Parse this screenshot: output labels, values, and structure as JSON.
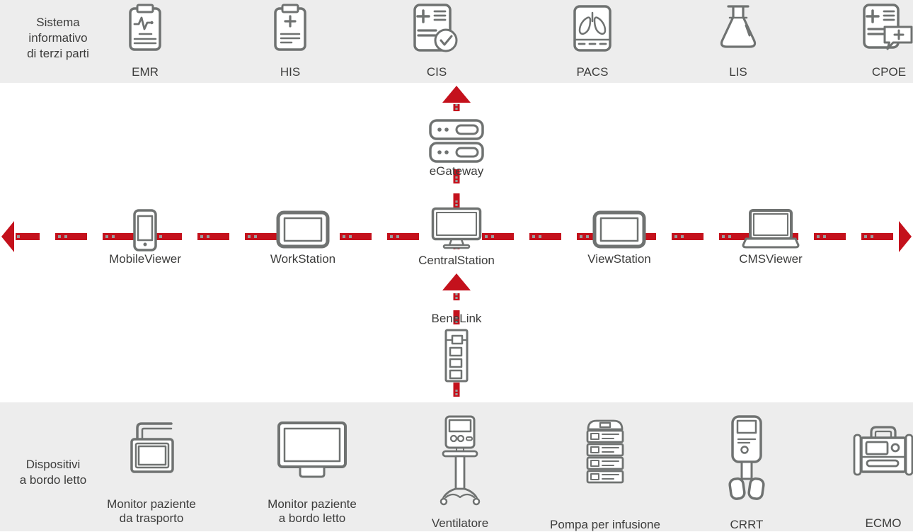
{
  "colors": {
    "red": "#c4111c",
    "icon_gray": "#6f7271",
    "band_background": "#ededed",
    "label_text": "#3c3c3b",
    "dot_gray": "#9b9b9b"
  },
  "top_band": {
    "title_lines": [
      "Sistema",
      "informativo",
      "di terzi parti"
    ],
    "systems": [
      {
        "id": "emr",
        "label": "EMR",
        "icon": "clipboard-ecg-icon"
      },
      {
        "id": "his",
        "label": "HIS",
        "icon": "clipboard-plus-icon"
      },
      {
        "id": "cis",
        "label": "CIS",
        "icon": "document-check-icon"
      },
      {
        "id": "pacs",
        "label": "PACS",
        "icon": "lungs-scan-icon"
      },
      {
        "id": "lis",
        "label": "LIS",
        "icon": "lab-flask-icon"
      },
      {
        "id": "cpoe",
        "label": "CPOE",
        "icon": "document-message-icon"
      }
    ]
  },
  "network": {
    "gateway": {
      "label": "eGateway",
      "icon": "server-rack-icon"
    },
    "benelink": {
      "label": "BeneLink",
      "icon": "benelink-module-icon"
    },
    "devices": [
      {
        "id": "mobileviewer",
        "label": "MobileViewer",
        "icon": "smartphone-icon"
      },
      {
        "id": "workstation",
        "label": "WorkStation",
        "icon": "tablet-icon"
      },
      {
        "id": "centralstation",
        "label": "CentralStation",
        "icon": "desktop-monitor-icon"
      },
      {
        "id": "viewstation",
        "label": "ViewStation",
        "icon": "tablet-icon"
      },
      {
        "id": "cmsviewer",
        "label": "CMSViewer",
        "icon": "laptop-icon"
      }
    ]
  },
  "bottom_band": {
    "title_lines": [
      "Dispositivi",
      "a bordo letto"
    ],
    "devices": [
      {
        "id": "transport-monitor",
        "label_lines": [
          "Monitor paziente",
          "da trasporto"
        ],
        "icon": "transport-monitor-icon"
      },
      {
        "id": "bedside-monitor",
        "label_lines": [
          "Monitor paziente",
          "a bordo letto"
        ],
        "icon": "bedside-monitor-icon"
      },
      {
        "id": "ventilator",
        "label_lines": [
          "Ventilatore"
        ],
        "icon": "ventilator-icon"
      },
      {
        "id": "infusion-pump",
        "label_lines": [
          "Pompa per infusione"
        ],
        "icon": "infusion-pump-icon"
      },
      {
        "id": "crrt",
        "label_lines": [
          "CRRT"
        ],
        "icon": "crrt-machine-icon"
      },
      {
        "id": "ecmo",
        "label_lines": [
          "ECMO"
        ],
        "icon": "ecmo-machine-icon"
      }
    ]
  }
}
